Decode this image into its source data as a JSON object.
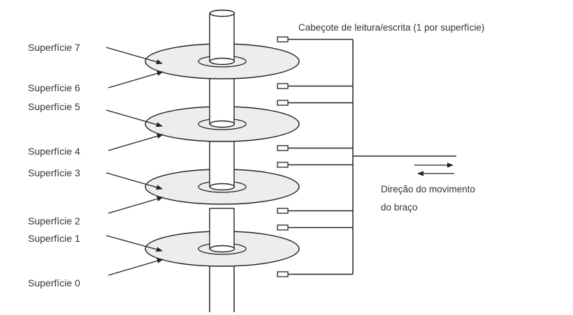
{
  "diagram": {
    "surface_labels": [
      "Superfície 7",
      "Superfície 6",
      "Superfície 5",
      "Superfície 4",
      "Superfície 3",
      "Superfície 2",
      "Superfície 1",
      "Superfície 0"
    ],
    "head_label": "Cabeçote de leitura/escrita (1 por superfície)",
    "direction_label_line1": "Direção do movimento",
    "direction_label_line2": "do braço",
    "platter_count": 4,
    "head_count": 8
  },
  "colors": {
    "stroke": "#222222",
    "text": "#333333",
    "platter_fill": "#ededed"
  }
}
